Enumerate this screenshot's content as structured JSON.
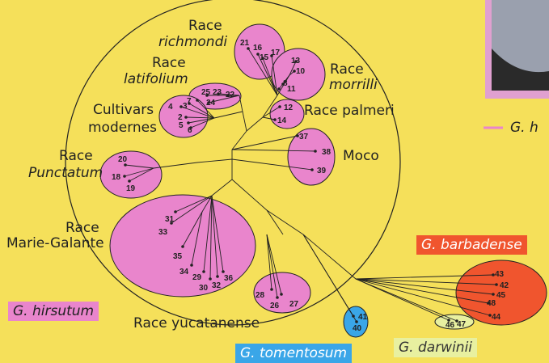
{
  "groups": {
    "richmondi": {
      "line1": "Race",
      "line2": "richmondi"
    },
    "latifolium": {
      "line1": "Race",
      "line2": "latifolium"
    },
    "cultivars": {
      "line1": "Cultivars",
      "line2": "modernes"
    },
    "morrilli": {
      "line1": "Race",
      "line2": "morrilli"
    },
    "palmeri": {
      "label": "Race palmeri"
    },
    "moco": {
      "label": "Moco"
    },
    "punctatum": {
      "line1": "Race",
      "line2": "Punctatum"
    },
    "marie_galante": {
      "line1": "Race",
      "line2": "Marie-Galante"
    },
    "yucatanense": {
      "label": "Race yucatanense"
    }
  },
  "species": {
    "hirsutum": "G. hirsutum",
    "barbadense": "G. barbadense",
    "tomentosum": "G. tomentosum",
    "darwinii": "G. darwinii"
  },
  "legend_fragment": "G. h",
  "colors": {
    "background": "#f5e05a",
    "hirsutum": "#e985cc",
    "barbadense": "#f0552e",
    "tomentosum": "#3aa6e8",
    "darwinii": "#e8f0a0"
  },
  "leaf_numbers": {
    "n1": "21",
    "n2": "16",
    "n3": "15",
    "n4": "17",
    "n5": "13",
    "n6": "10",
    "n7": "8",
    "n8": "11",
    "n9": "25",
    "n10": "23",
    "n11": "22",
    "n12": "24",
    "n13": "4",
    "n14": "3",
    "n15": "7",
    "n16": "2",
    "n17": "5",
    "n18": "6",
    "n19": "12",
    "n20": "14",
    "n21": "37",
    "n22": "38",
    "n23": "39",
    "n24": "20",
    "n25": "18",
    "n26": "19",
    "n27": "31",
    "n28": "33",
    "n29": "35",
    "n30": "34",
    "n31": "29",
    "n32": "30",
    "n33": "32",
    "n34": "36",
    "n35": "28",
    "n36": "26",
    "n37": "27",
    "n38": "41",
    "n39": "40",
    "n40": "46",
    "n41": "47",
    "n42": "43",
    "n43": "42",
    "n44": "45",
    "n45": "48",
    "n46": "44"
  }
}
